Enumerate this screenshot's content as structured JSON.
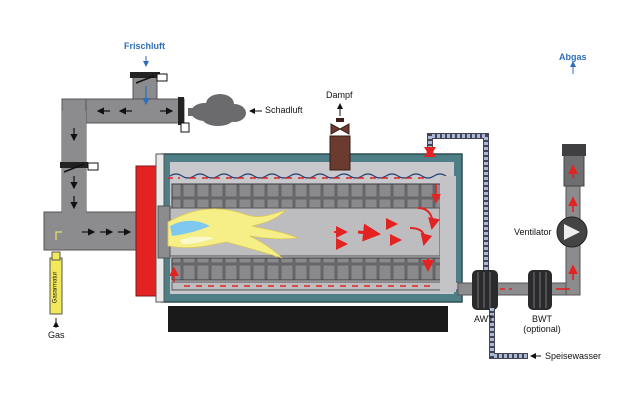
{
  "labels": {
    "frischluft": "Frischluft",
    "schadluft": "Schadluft",
    "dampf": "Dampf",
    "abgas": "Abgas",
    "ventilator": "Ventilator",
    "awt": "AWT",
    "bwt": "BWT",
    "bwt_note": "(optional)",
    "speisewasser": "Speisewasser",
    "gas": "Gas",
    "gasarmatur": "Gasarmatur"
  },
  "colors": {
    "duct": "#8c8c8e",
    "duct_dark": "#6e6e70",
    "boiler_shell": "#4e7f86",
    "boiler_inner": "#bfbfc3",
    "burner_front": "#e32222",
    "flame": "#f6ee86",
    "flame_core": "#7fc8f0",
    "flow_arrow": "#e32222",
    "air_arrow": "#222222",
    "water_pipe": "#aab9d8",
    "label_blue": "#2f6fb8",
    "base": "#1a1a1a"
  },
  "icons": [
    "damper-icon",
    "valve-icon",
    "smoke-cloud-icon",
    "fan-icon",
    "heat-exchanger-icon"
  ]
}
